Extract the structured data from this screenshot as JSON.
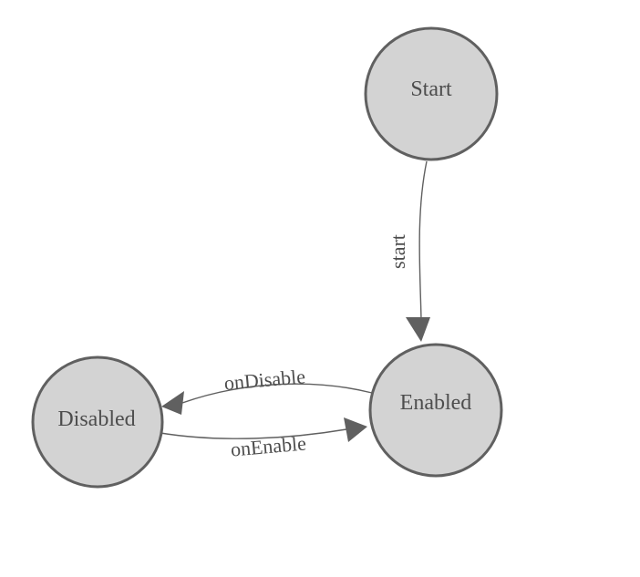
{
  "diagram": {
    "type": "state-machine",
    "colors": {
      "background": "#ffffff",
      "node_fill": "#d3d3d3",
      "node_stroke": "#606060",
      "edge_stroke": "#606060",
      "text": "#4d4d4d"
    },
    "nodes": [
      {
        "id": "start",
        "label": "Start"
      },
      {
        "id": "enabled",
        "label": "Enabled"
      },
      {
        "id": "disabled",
        "label": "Disabled"
      }
    ],
    "edges": [
      {
        "from": "start",
        "to": "enabled",
        "label": "start"
      },
      {
        "from": "enabled",
        "to": "disabled",
        "label": "onDisable"
      },
      {
        "from": "disabled",
        "to": "enabled",
        "label": "onEnable"
      }
    ]
  }
}
